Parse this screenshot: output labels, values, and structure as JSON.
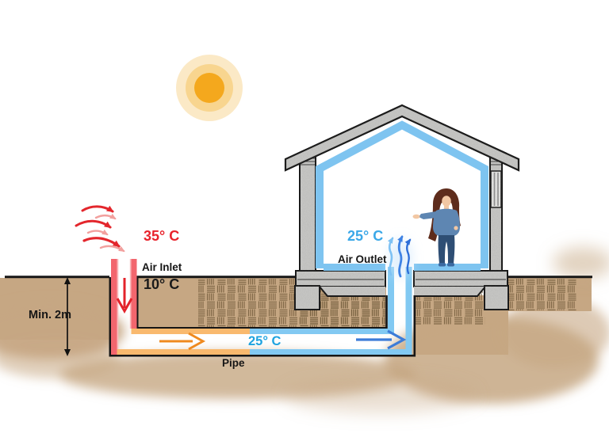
{
  "labels": {
    "outside_temp": "35° C",
    "air_inlet": "Air Inlet",
    "ground_temp": "10° C",
    "depth": "Min. 2m",
    "pipe_temp": "25° C",
    "pipe": "Pipe",
    "indoor_temp": "25° C",
    "air_outlet": "Air Outlet"
  },
  "icons": {
    "sun": "sun-icon",
    "hot_air_gusts": "hot-air-gusts-icon",
    "inlet_down_arrow": "down-arrow-icon",
    "pipe_flow_warm": "right-arrow-orange-icon",
    "pipe_flow_cool": "right-arrow-blue-icon",
    "cool_air_swirl": "cool-air-swirl-icon",
    "depth_measure": "double-arrow-icon",
    "person": "person-figure"
  },
  "colors": {
    "hot_text": "#E8232C",
    "pipe_red": "#F2666E",
    "pipe_orange": "#F9B96E",
    "pipe_blue": "#82C9F2",
    "cool_text_pipe": "#1FA3E0",
    "cool_text_indoor": "#3BA8E8",
    "arrow_orange": "#EF8A1F",
    "arrow_blue": "#3D7CD8",
    "soil": "#C6A783",
    "soil_hatch": "#77603F",
    "concrete": "#CBCBC9",
    "outline": "#161616",
    "sun_core": "#F4A81D",
    "sun_mid": "#F8D58F",
    "sun_halo": "#FBE9C6"
  }
}
